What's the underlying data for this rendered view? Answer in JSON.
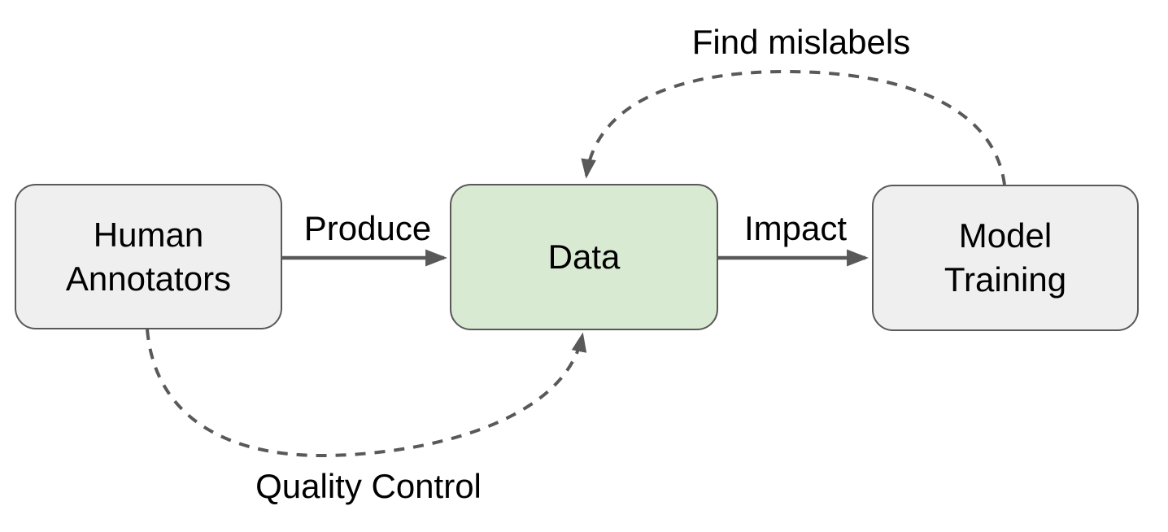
{
  "colors": {
    "background": "#ffffff",
    "node_gray_fill": "#efefef",
    "node_green_fill": "#d9ead3",
    "node_border": "#595959",
    "arrow": "#595959",
    "text": "#000000"
  },
  "nodes": {
    "human_annotators": {
      "label": "Human\nAnnotators",
      "fill": "#efefef"
    },
    "data": {
      "label": "Data",
      "fill": "#d9ead3"
    },
    "model_training": {
      "label": "Model\nTraining",
      "fill": "#efefef"
    }
  },
  "edges": {
    "produce": {
      "label": "Produce",
      "style": "solid",
      "from": "human_annotators",
      "to": "data"
    },
    "impact": {
      "label": "Impact",
      "style": "solid",
      "from": "data",
      "to": "model_training"
    },
    "find_mislabels": {
      "label": "Find mislabels",
      "style": "dashed",
      "from": "model_training",
      "to": "data"
    },
    "quality_control": {
      "label": "Quality Control",
      "style": "dashed",
      "from": "human_annotators",
      "to": "data"
    }
  }
}
